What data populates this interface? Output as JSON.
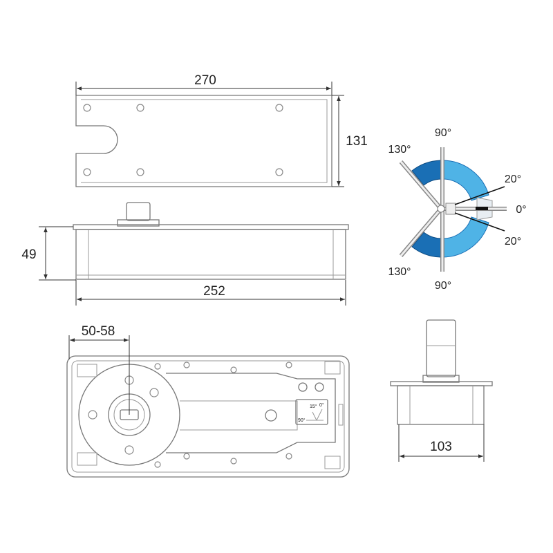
{
  "dimensions": {
    "plate_length": "270",
    "plate_width": "131",
    "body_height": "49",
    "body_length": "252",
    "spindle_offset": "50-58",
    "body_width": "103"
  },
  "angle_diagram": {
    "labels": {
      "top_90": "90°",
      "top_130": "130°",
      "upper_20": "20°",
      "zero": "0°",
      "lower_20": "20°",
      "bottom_130": "130°",
      "bottom_90": "90°"
    },
    "colors": {
      "dark_arc": "#1a6fb5",
      "light_arc": "#4fb3e6"
    }
  },
  "valve_plate": {
    "label_15": "15°",
    "label_0": "0°",
    "label_90": "90°"
  }
}
